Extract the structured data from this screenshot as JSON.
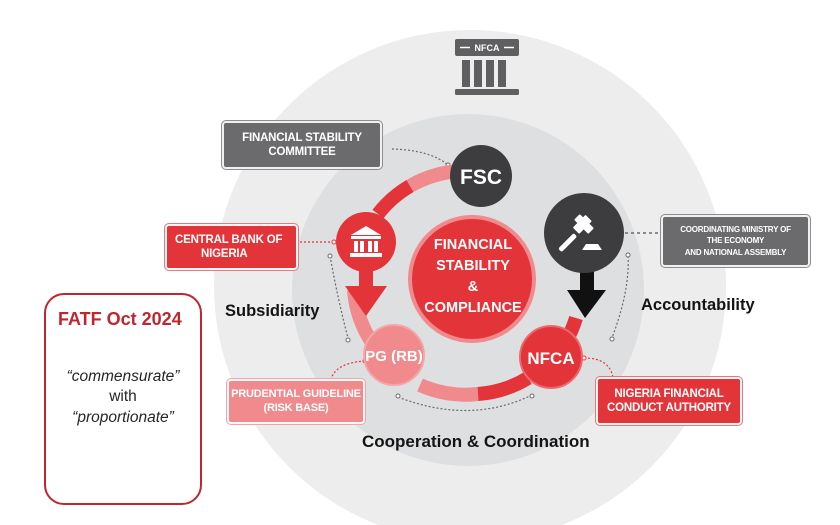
{
  "top_icon": {
    "label": "NFCA",
    "icon": "courthouse-pillars-icon"
  },
  "ring_nodes": {
    "fsc": {
      "label": "FSC",
      "color": "#3d3d3f"
    },
    "central_bank": {
      "icon": "bank-icon",
      "color": "#e3343a"
    },
    "accountability_body": {
      "icon": "gavel-icon",
      "color": "#3d3d3f"
    },
    "pg_rb": {
      "label": "PG (RB)",
      "color": "#f08a8c"
    },
    "nfca": {
      "label": "NFCA",
      "color": "#e3343a"
    }
  },
  "center": {
    "line1": "FINANCIAL",
    "line2": "STABILITY",
    "line3": "&",
    "line4": "COMPLIANCE",
    "color": "#e3343a"
  },
  "callouts": {
    "fsc": {
      "line1": "FINANCIAL STABILITY",
      "line2": "COMMITTEE"
    },
    "cbn": {
      "line1": "CENTRAL BANK OF",
      "line2": "NIGERIA"
    },
    "ministry": {
      "line1": "COORDINATING MINISTRY OF",
      "line2": "THE ECONOMY",
      "line3": "AND NATIONAL ASSEMBLY"
    },
    "prudential": {
      "line1": "PRUDENTIAL GUIDELINE",
      "line2": "(RISK BASE)"
    },
    "nfca": {
      "line1": "NIGERIA FINANCIAL",
      "line2": "CONDUCT AUTHORITY"
    }
  },
  "themes": {
    "left": "Subsidiarity",
    "right": "Accountability",
    "bottom": "Cooperation & Coordination"
  },
  "fatf_box": {
    "title": "FATF Oct 2024",
    "line1": "“commensurate”",
    "line2": "with",
    "line3": "“proportionate”"
  },
  "colors": {
    "red": "#e3343a",
    "pink": "#f08a8c",
    "dark_gray": "#3d3d3f",
    "label_gray": "#6b6b6d",
    "fatf_red": "#c0262d"
  }
}
